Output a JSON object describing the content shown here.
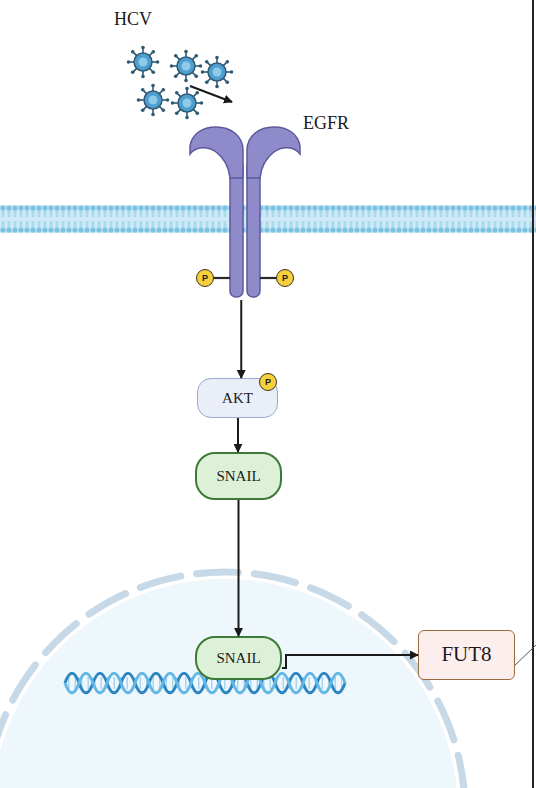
{
  "diagram": {
    "nodes": [
      {
        "text": [
          "HCV"
        ]
      },
      {
        "text": [
          "EGFR"
        ]
      },
      {
        "text": [
          "AKT"
        ]
      },
      {
        "text": [
          "SNAIL"
        ]
      },
      {
        "text": [
          "SNAIL"
        ]
      },
      {
        "text": [
          "FUT8"
        ]
      }
    ],
    "edges": [
      {
        "from": 0,
        "to": 1,
        "arrow": "to"
      },
      {
        "from": 1,
        "to": 2,
        "arrow": "to"
      },
      {
        "from": 2,
        "to": 3,
        "arrow": "to"
      },
      {
        "from": 3,
        "to": 4,
        "arrow": "to"
      },
      {
        "from": 4,
        "to": 5,
        "arrow": "to"
      }
    ],
    "labels": [
      "P",
      "P",
      "P"
    ]
  }
}
